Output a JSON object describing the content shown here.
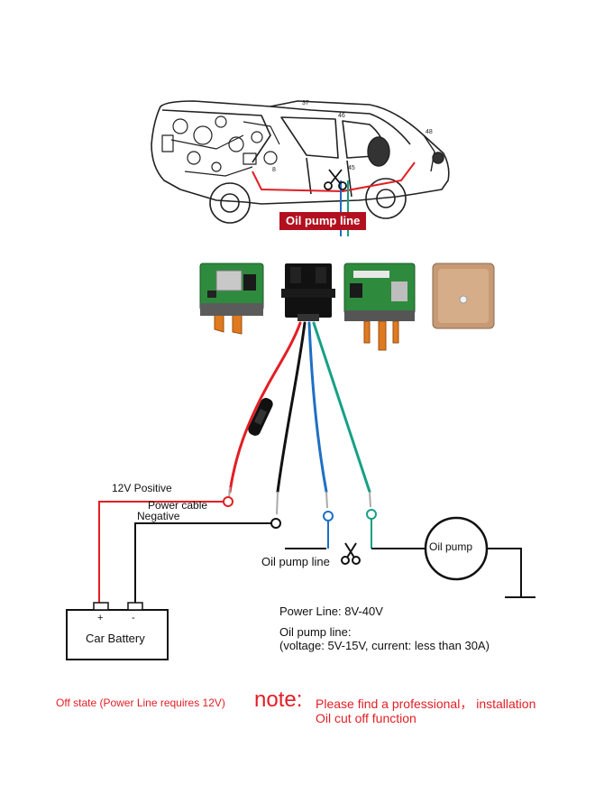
{
  "labels": {
    "oil_pump_line_banner": "Oil pump line",
    "positive": "12V Positive",
    "power_cable": "Power cable",
    "negative": "Negative",
    "oil_pump_line": "Oil pump line",
    "oil_pump": "Oil pump",
    "car_battery": "Car Battery",
    "plus": "+",
    "minus": "-",
    "power_line": "Power Line: 8V-40V",
    "oil_line_title": "Oil pump line:",
    "oil_line_spec": "(voltage: 5V-15V, current: less than 30A)"
  },
  "footer": {
    "off_state": "Off state (Power Line requires 12V)",
    "note_word": "note:",
    "note_text_1": "Please find a professional， installation",
    "note_text_2": "Oil cut off function"
  },
  "car_callouts": [
    "37",
    "46",
    "48",
    "45",
    "8"
  ],
  "colors": {
    "red_wire": "#e31e24",
    "blue_wire": "#1f6fc4",
    "green_wire": "#16a085",
    "black_wire": "#111111",
    "banner": "#b3101f",
    "pcb": "#2e8b3e",
    "pins": "#e07a1f",
    "gps_patch": "#c79a75"
  }
}
